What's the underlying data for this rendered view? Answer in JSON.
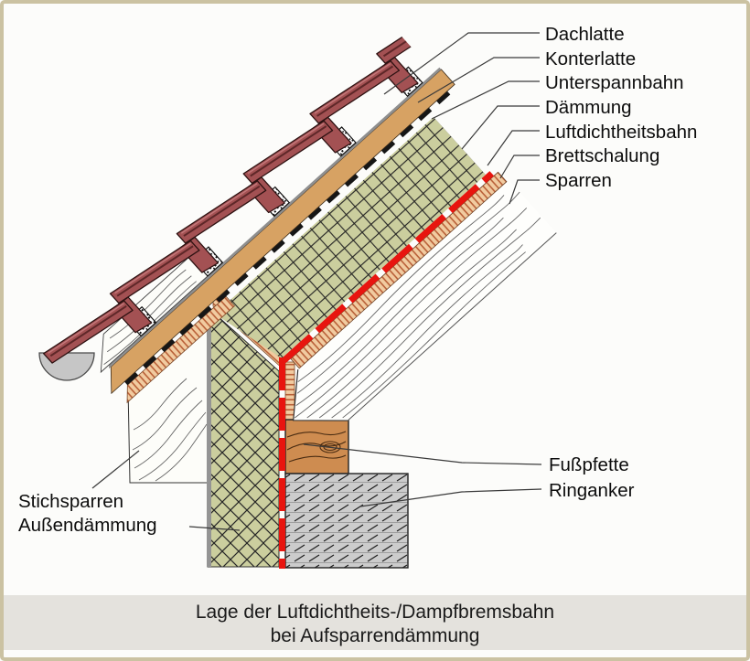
{
  "callouts": {
    "right": [
      "Dachlatte",
      "Konterlatte",
      "Unterspannbahn",
      "Dämmung",
      "Luftdichtheitsbahn",
      "Brettschalung",
      "Sparren"
    ],
    "lower_right": [
      "Fußpfette",
      "Ringanker"
    ],
    "left": [
      "Stichsparren",
      "Außendämmung"
    ]
  },
  "caption": {
    "line1": "Lage der Luftdichtheits-/Dampfbremsbahn",
    "line2": "bei Aufsparrendämmung"
  },
  "colors": {
    "frame": "#CBC2A2",
    "background": "#FCFCFA",
    "caption_bg": "#E4E2DD",
    "tile": "#A35153",
    "counter_lath": "#D7A263",
    "insulation_green": "#CBCE9E",
    "membrane_red": "#E8150F",
    "sheathing_tan": "#F1CBA0",
    "purlin_wood": "#CE8C50",
    "ring_anchor_gray": "#CCCCCC",
    "gutter_gray": "#C6C6C6"
  }
}
